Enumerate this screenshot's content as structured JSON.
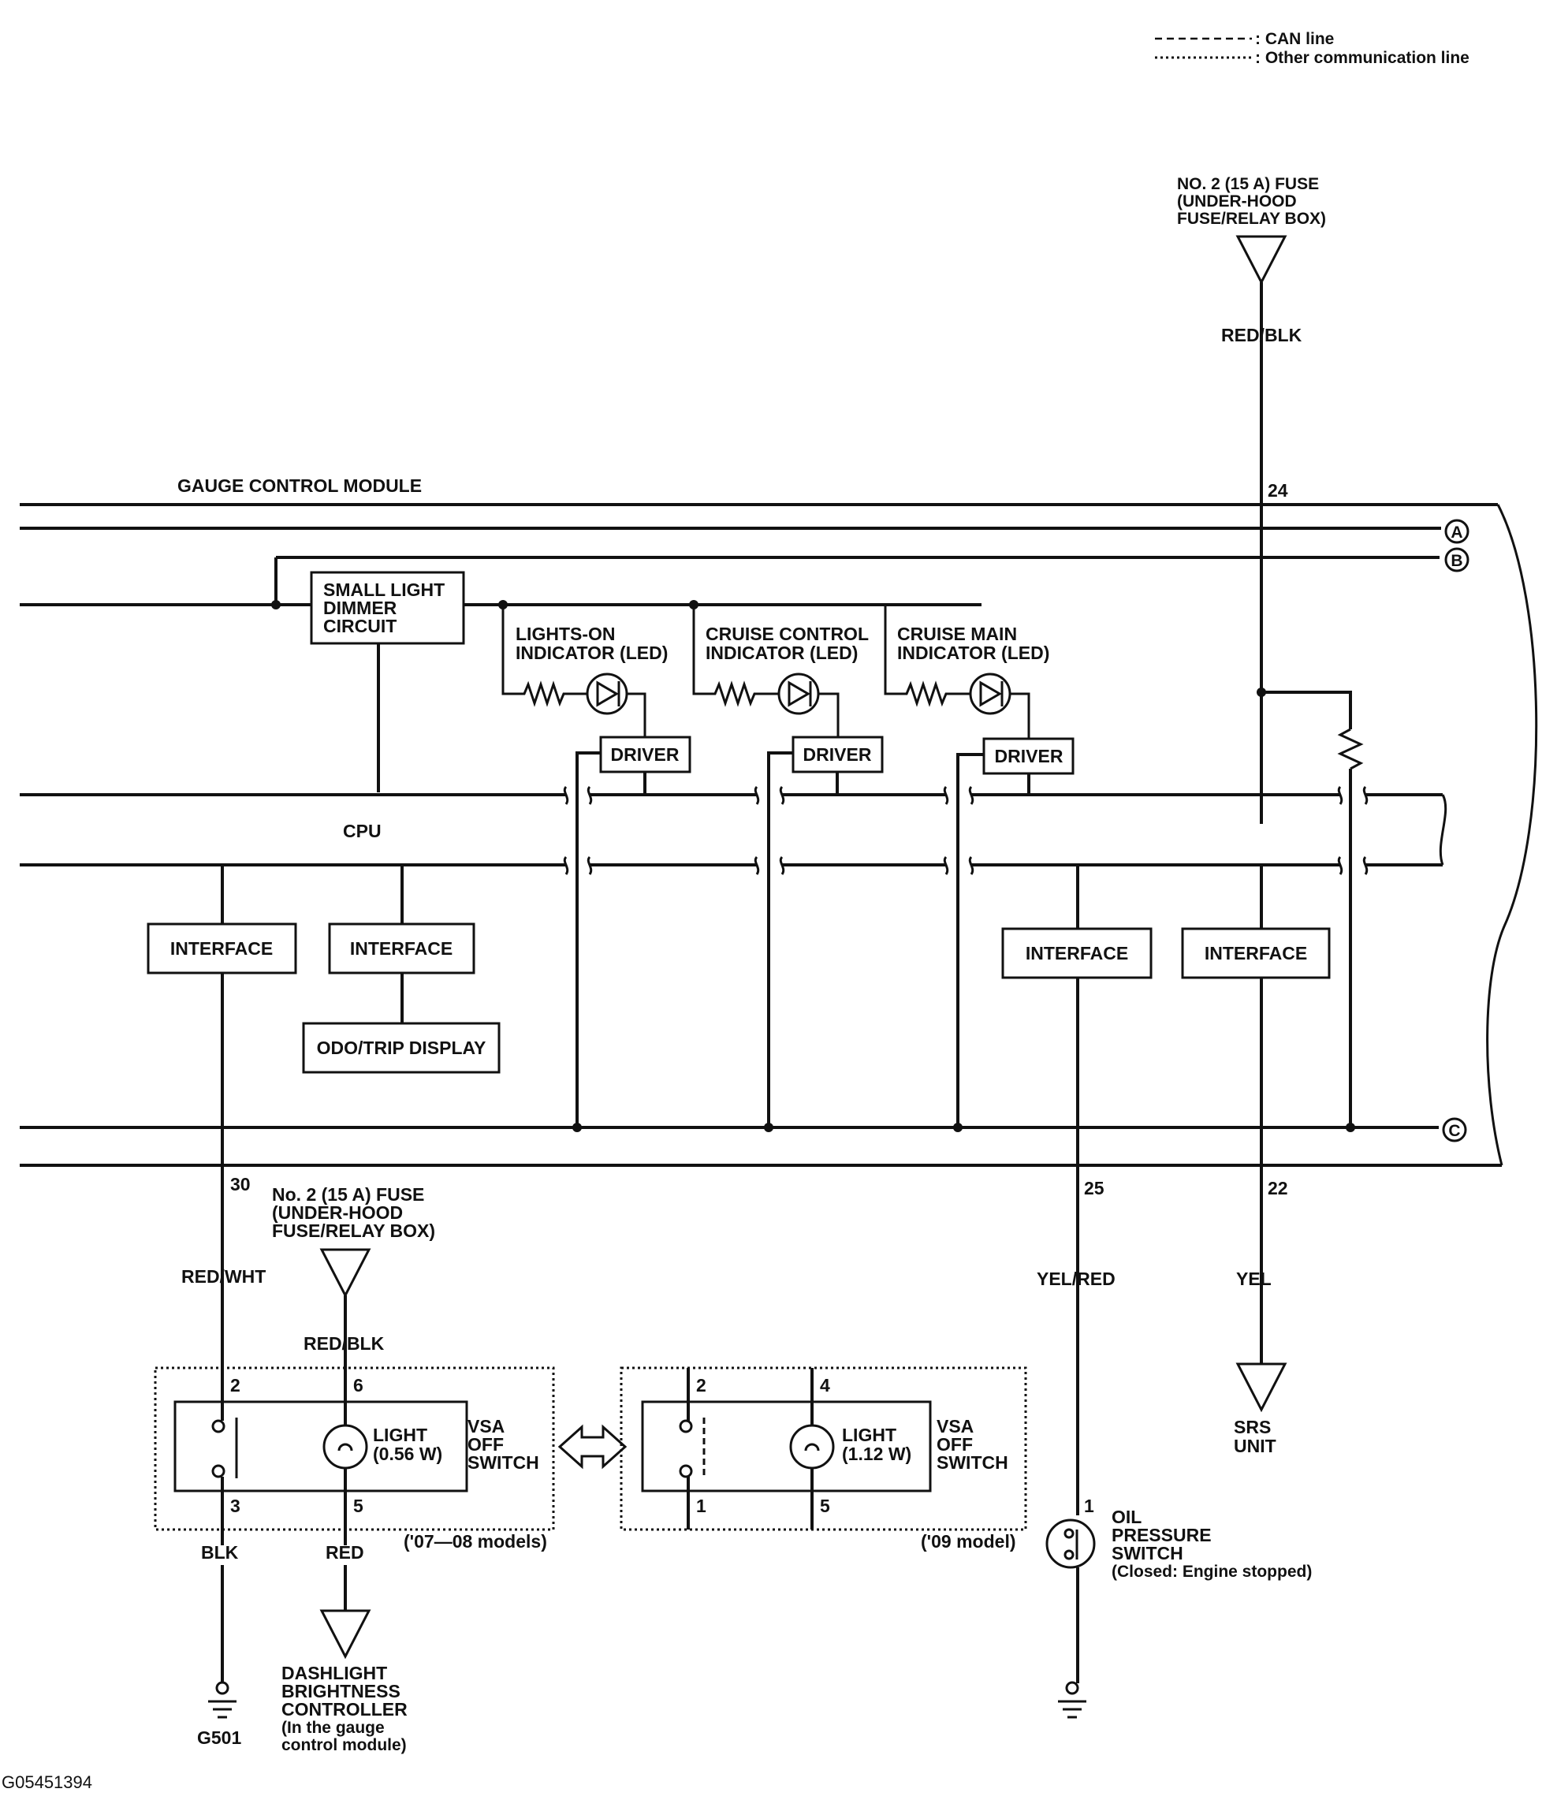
{
  "legend": {
    "can_line": ": CAN line",
    "other_line": ": Other communication line"
  },
  "module_title": "GAUGE CONTROL MODULE",
  "top_fuse": {
    "line1": "NO. 2 (15 A) FUSE",
    "line2": "(UNDER-HOOD",
    "line3": "FUSE/RELAY BOX)",
    "wire": "RED/BLK",
    "pin": "24"
  },
  "connectors": {
    "a": "A",
    "b": "B",
    "c": "C"
  },
  "dimmer": {
    "line1": "SMALL LIGHT",
    "line2": "DIMMER",
    "line3": "CIRCUIT"
  },
  "indicators": [
    {
      "line1": "LIGHTS-ON",
      "line2": "INDICATOR (LED)"
    },
    {
      "line1": "CRUISE CONTROL",
      "line2": "INDICATOR (LED)"
    },
    {
      "line1": "CRUISE MAIN",
      "line2": "INDICATOR (LED)"
    }
  ],
  "driver_label": "DRIVER",
  "cpu_label": "CPU",
  "interface_label": "INTERFACE",
  "odo_display": "ODO/TRIP DISPLAY",
  "pins": {
    "p30": "30",
    "p25": "25",
    "p22": "22"
  },
  "bottom_fuse": {
    "line1": "No. 2 (15 A) FUSE",
    "line2": "(UNDER-HOOD",
    "line3": "FUSE/RELAY BOX)",
    "wire": "RED/BLK"
  },
  "wires": {
    "red_wht": "RED/WHT",
    "yel_red": "YEL/RED",
    "yel": "YEL",
    "blk": "BLK",
    "red": "RED"
  },
  "switch_0708": {
    "pin_top_left": "2",
    "pin_top_right": "6",
    "pin_bot_left": "3",
    "pin_bot_right": "5",
    "light_line1": "LIGHT",
    "light_line2": "(0.56 W)",
    "name_line1": "VSA",
    "name_line2": "OFF",
    "name_line3": "SWITCH",
    "models": "('07—08 models)"
  },
  "switch_09": {
    "pin_top_left": "2",
    "pin_top_right": "4",
    "pin_bot_left": "1",
    "pin_bot_right": "5",
    "light_line1": "LIGHT",
    "light_line2": "(1.12 W)",
    "name_line1": "VSA",
    "name_line2": "OFF",
    "name_line3": "SWITCH",
    "models": "('09 model)"
  },
  "srs": {
    "line1": "SRS",
    "line2": "UNIT"
  },
  "oil_switch": {
    "pin": "1",
    "line1": "OIL",
    "line2": "PRESSURE",
    "line3": "SWITCH",
    "line4": "(Closed: Engine stopped)"
  },
  "dashlight": {
    "line1": "DASHLIGHT",
    "line2": "BRIGHTNESS",
    "line3": "CONTROLLER",
    "line4": "(In the gauge",
    "line5": "control module)"
  },
  "ground": "G501",
  "figure_id": "G05451394"
}
